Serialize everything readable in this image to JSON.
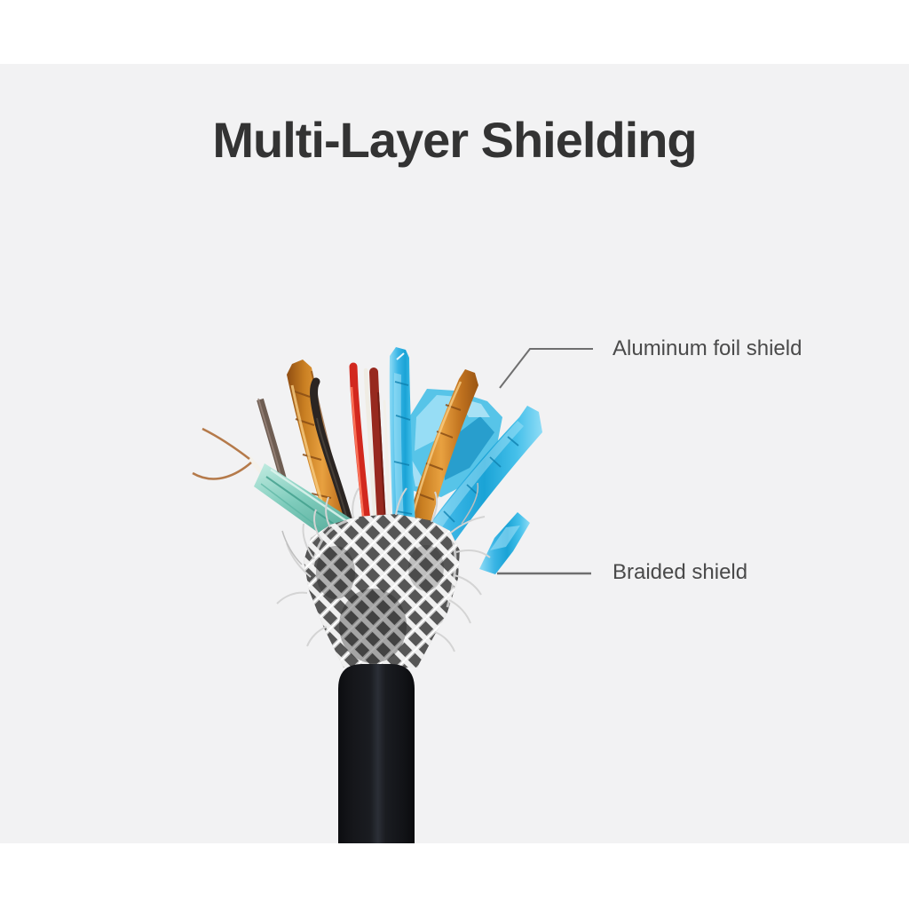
{
  "title": {
    "text": "Multi-Layer Shielding"
  },
  "annotations": [
    {
      "id": "aluminum-foil-shield",
      "label": "Aluminum foil shield"
    },
    {
      "id": "braided-shield",
      "label": "Braided shield"
    }
  ],
  "colors": {
    "background": "#ffffff",
    "panel": "#f2f2f3",
    "title_text": "#333333",
    "label_text": "#4a4a4a",
    "leader_line": "#6f6f6f",
    "foil_blue_mid": "#1aa3d6",
    "foil_blue_light": "#8fdcf6",
    "foil_copper_mid": "#e8a140",
    "foil_teal_mid": "#7fccbc",
    "wire_red": "#d2281e",
    "wire_red_dark": "#97291f",
    "wire_black": "#2b2522",
    "wire_brown": "#6e5d52",
    "copper_strand": "#b57a4a",
    "braid_strand": "#efefef",
    "braid_shadow": "#565656",
    "jacket_black": "#1a1c21"
  }
}
